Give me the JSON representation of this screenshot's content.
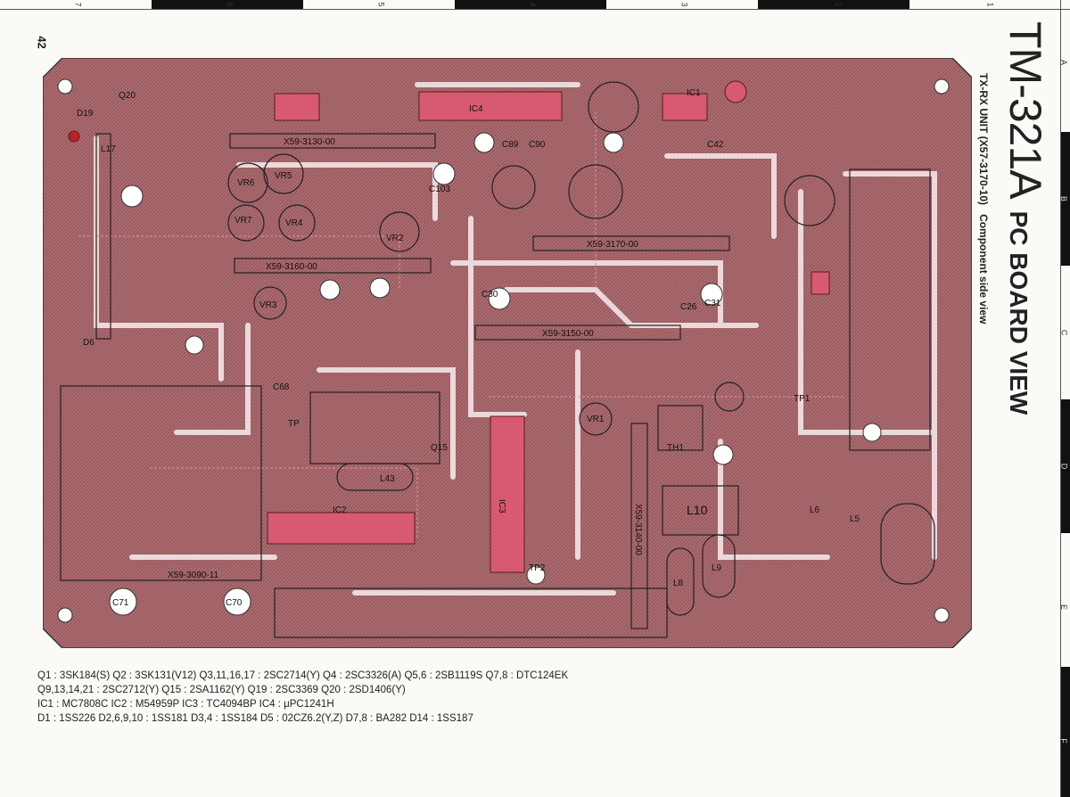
{
  "page_number": "42",
  "ruler": {
    "columns": [
      "7",
      "6",
      "5",
      "4",
      "3",
      "2",
      "1"
    ],
    "rows": [
      "A",
      "B",
      "C",
      "D",
      "E",
      "F"
    ]
  },
  "title": {
    "model": "TM-321A",
    "heading": "PC BOARD VIEW",
    "unit": "TX-RX UNIT (X57-3170-10)",
    "view": "Component side view"
  },
  "board": {
    "color": "#9c5b60",
    "labels": [
      "D19",
      "L17",
      "Q20",
      "VR6",
      "VR7",
      "VR4",
      "VR5",
      "VR2",
      "VR3",
      "X59-3130-00",
      "X59-3160-00",
      "IC4",
      "X59-3170-00",
      "X59-3150-00",
      "C103",
      "C89",
      "C90",
      "C42",
      "C30",
      "C26",
      "C31",
      "Q15",
      "D6",
      "L43",
      "TP",
      "IC2",
      "IC3",
      "IC1",
      "TP2",
      "TP1",
      "VR1",
      "TH1",
      "L10",
      "L9",
      "L8",
      "L5",
      "L6",
      "X59-3090-11",
      "X59-3140-00",
      "C70",
      "C71",
      "C68"
    ]
  },
  "legend": [
    "Q1 : 3SK184(S)   Q2 : 3SK131(V12)   Q3,11,16,17 : 2SC2714(Y)   Q4 : 2SC3326(A)   Q5,6 : 2SB1119S   Q7,8 : DTC124EK",
    "Q9,13,14,21 : 2SC2712(Y)   Q15 : 2SA1162(Y)   Q19 : 2SC3369   Q20 : 2SD1406(Y)",
    "IC1 : MC7808C   IC2 : M54959P   IC3 : TC4094BP   IC4 : μPC1241H",
    "D1 : 1SS226   D2,6,9,10 : 1SS181   D3,4 : 1SS184   D5 : 02CZ6.2(Y,Z)   D7,8 : BA282   D14 : 1SS187"
  ]
}
